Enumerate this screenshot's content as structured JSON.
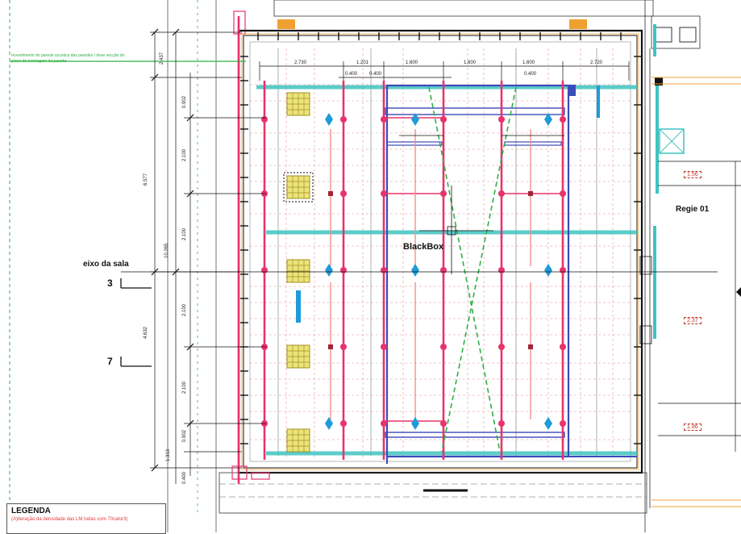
{
  "room_name": "BlackBox",
  "regie_label": "Regie 01",
  "axis_label": "eixo da sala",
  "row_markers": [
    "3",
    "7"
  ],
  "green_note": "revestimento do parede acustica das paredes / deve secção do plano de montagem da parede",
  "legend": {
    "title": "LEGENDA",
    "note": "(A)lteração da densidade das LM todas com 70calor3)"
  },
  "top_dims": [
    "2.730",
    "1.201",
    "1.600",
    "1.600",
    "1.600",
    "2.720"
  ],
  "sub_dims": [
    "0.400",
    "0.400",
    "0.400"
  ],
  "left_dims_outer": [
    "2.437",
    "6.577",
    "10.265",
    "4.632"
  ],
  "left_dims_inner": [
    "0.902",
    "2.100",
    "2.100",
    "2.100",
    "2.100",
    "0.902",
    "1.313",
    "0.400"
  ],
  "red_tags": [
    "1.56",
    "2.37",
    "1.86"
  ],
  "colors": {
    "rig_pink": "#e8336b",
    "stage_blue": "#3b4bb8",
    "cyan": "#3fc4c0",
    "green_axis": "#2fb043",
    "grid_red": "#e89090",
    "light_blue": "#1e9bd9",
    "yellow_fixture": "#d8cc33"
  }
}
